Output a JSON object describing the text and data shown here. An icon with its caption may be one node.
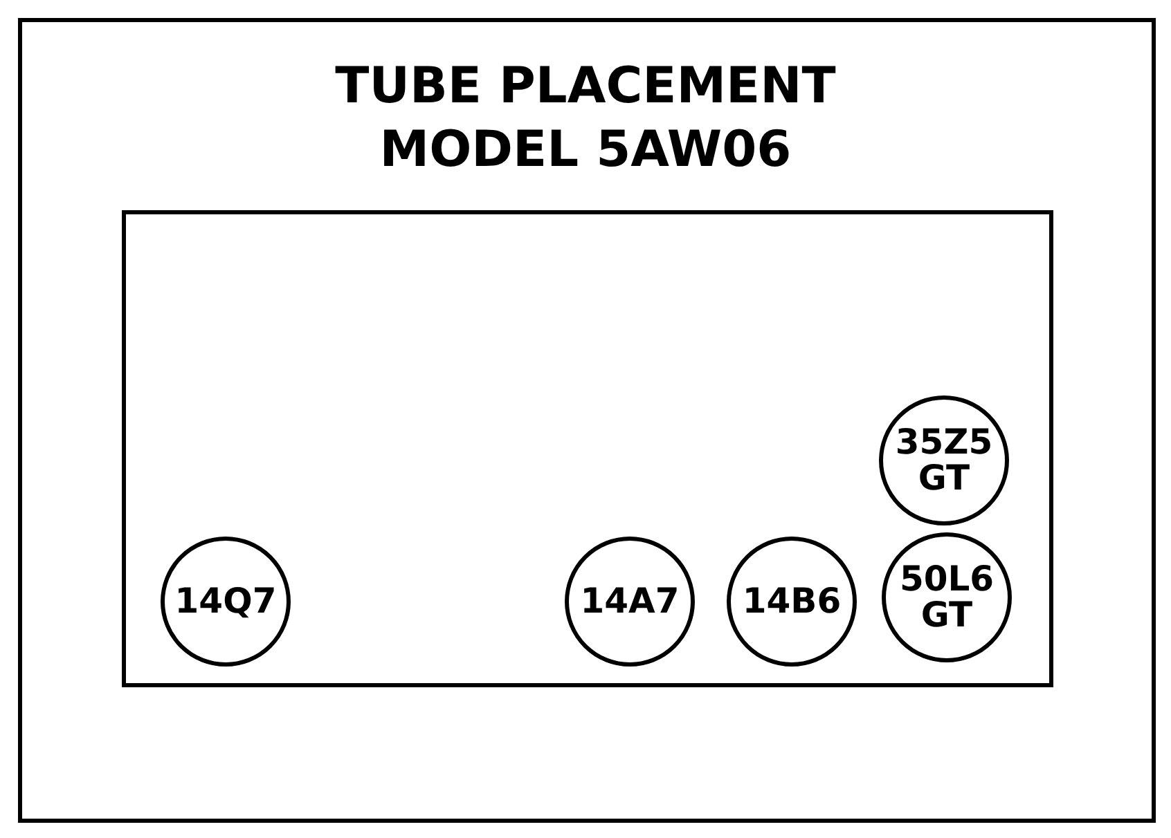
{
  "diagram": {
    "title": "TUBE PLACEMENT MODEL 5AW06",
    "nodes": [
      {
        "text": [],
        "shape": "box"
      },
      {
        "text": [
          "35Z5 GT"
        ],
        "in": 0
      },
      {
        "text": [
          "14Q7"
        ],
        "in": 0
      },
      {
        "text": [
          "14A7"
        ],
        "in": 0
      },
      {
        "text": [
          "14B6"
        ],
        "in": 0
      },
      {
        "text": [
          "50L6 GT"
        ],
        "in": 0
      }
    ],
    "edges": []
  }
}
